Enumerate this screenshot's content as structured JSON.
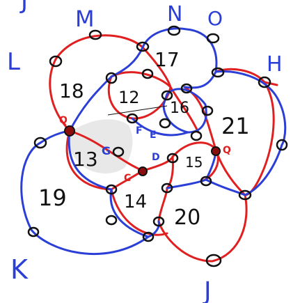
{
  "colors": {
    "red": "#e02020",
    "blue": "#2b3fd6",
    "black": "#111111",
    "background": "#ffffff",
    "shade": "#d8d8d8"
  },
  "outer_labels": {
    "top_left_cut": "J",
    "M": "M",
    "N": "N",
    "O": "O",
    "L": "L",
    "H": "H",
    "K": "K",
    "J": "J"
  },
  "region_labels": {
    "r17": "17",
    "r18": "18",
    "r12": "12",
    "r16": "16",
    "r21": "21",
    "r13": "13",
    "r15": "15",
    "r19": "19",
    "r14": "14",
    "r20": "20"
  },
  "point_labels": {
    "Q_left": "Q",
    "Q_right": "Q",
    "F": "F",
    "E": "E",
    "G": "G",
    "D": "D",
    "C": "C"
  }
}
